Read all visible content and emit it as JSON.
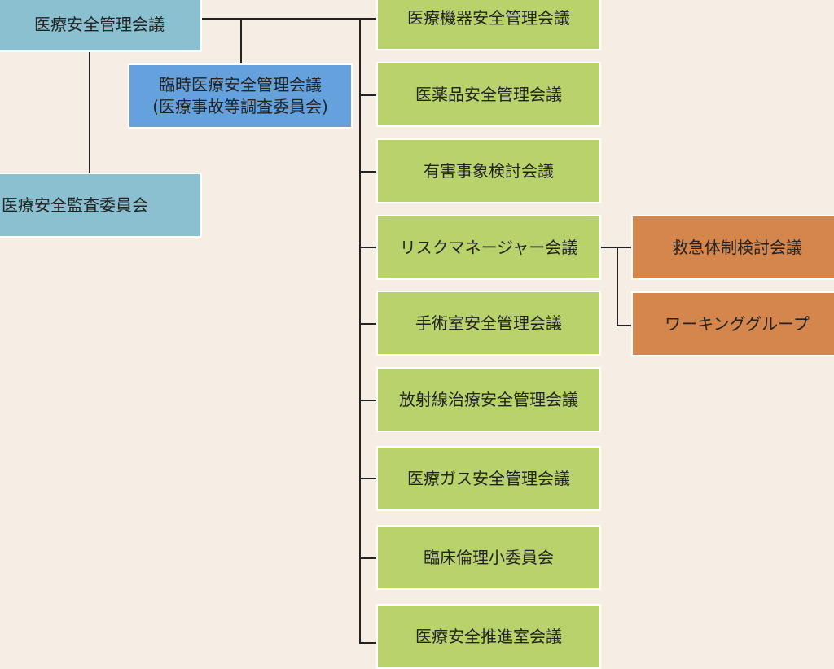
{
  "colors": {
    "background": "#f6ede4",
    "top_level": "#8bc0d0",
    "temporary": "#65a2dd",
    "sub_committee": "#b9d36c",
    "working_group": "#d5864d",
    "connector": "#222222"
  },
  "root": {
    "label": "医療安全管理会議"
  },
  "audit": {
    "label": "医療安全監査委員会"
  },
  "temporary": {
    "line1": "臨時医療安全管理会議",
    "line2": "(医療事故等調査委員会)"
  },
  "committees": [
    {
      "label": "医療機器安全管理会議"
    },
    {
      "label": "医薬品安全管理会議"
    },
    {
      "label": "有害事象検討会議"
    },
    {
      "label": "リスクマネージャー会議"
    },
    {
      "label": "手術室安全管理会議"
    },
    {
      "label": "放射線治療安全管理会議"
    },
    {
      "label": "医療ガス安全管理会議"
    },
    {
      "label": "臨床倫理小委員会"
    },
    {
      "label": "医療安全推進室会議"
    }
  ],
  "risk_manager_children": [
    {
      "label": "救急体制検討会議"
    },
    {
      "label": "ワーキンググループ"
    }
  ]
}
